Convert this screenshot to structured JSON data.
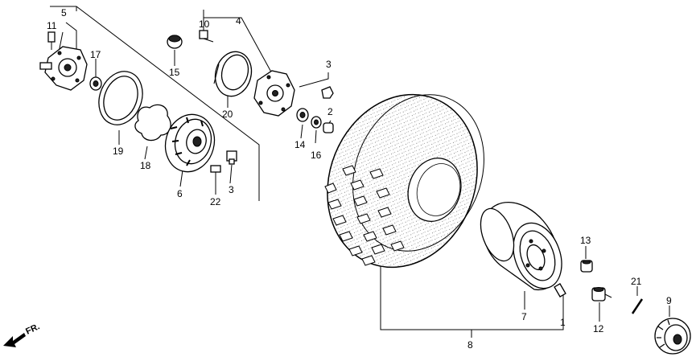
{
  "labels": {
    "p1": "1",
    "p2": "2",
    "p3a": "3",
    "p3b": "3",
    "p4": "4",
    "p5": "5",
    "p6": "6",
    "p7": "7",
    "p8": "8",
    "p9": "9",
    "p10": "10",
    "p11": "11",
    "p12": "12",
    "p13": "13",
    "p14": "14",
    "p15": "15",
    "p16": "16",
    "p17": "17",
    "p18": "18",
    "p19": "19",
    "p20": "20",
    "p21": "21",
    "p22": "22"
  },
  "direction": {
    "text": "FR."
  }
}
